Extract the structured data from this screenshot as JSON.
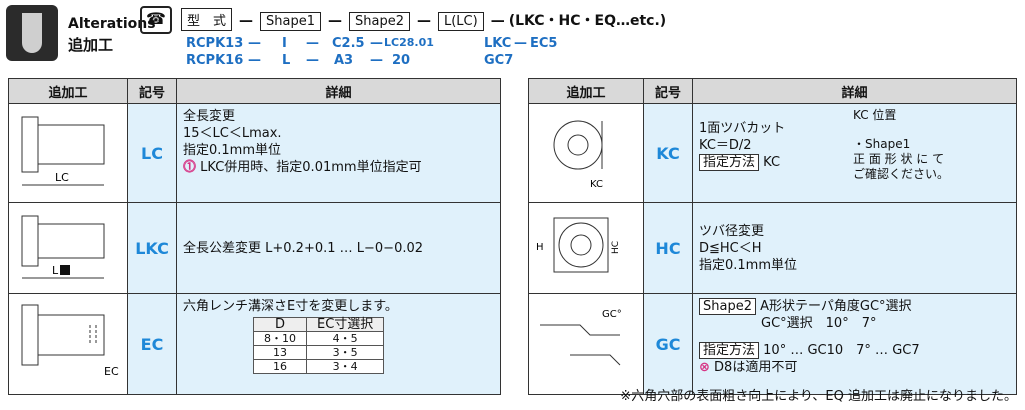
{
  "header": {
    "title_en": "Alterations",
    "title_ja": "追加工",
    "code_parts": [
      "型　式",
      "Shape1",
      "Shape2",
      "L(LC)",
      "(LKC・HC・EQ…etc.)"
    ],
    "examples": [
      [
        "RCPK13",
        "I",
        "C2.5",
        "LC28.01",
        "LKC",
        "EC5"
      ],
      [
        "RCPK16",
        "L",
        "A3",
        "20",
        "GC7"
      ]
    ],
    "dash": "—"
  },
  "left_table": {
    "headers": [
      "追加工",
      "記号",
      "詳細"
    ],
    "rows": [
      {
        "code": "LC",
        "lines": [
          "全長変更",
          "15＜LC＜Lmax.",
          "指定0.1mm単位"
        ],
        "warn": "LKC併用時、指定0.01mm単位指定可",
        "img_label": "LC"
      },
      {
        "code": "LKC",
        "lines": [
          "全長公差変更 L+0.2+0.1 … L−0−0.02"
        ],
        "img_label": "L"
      },
      {
        "code": "EC",
        "lines": [
          "六角レンチ溝深さE寸を変更します。"
        ],
        "mini_headers": [
          "D",
          "EC寸選択"
        ],
        "mini_rows": [
          [
            "8・10",
            "4・5"
          ],
          [
            "13",
            "3・5"
          ],
          [
            "16",
            "3・4"
          ]
        ],
        "img_label": "EC"
      }
    ]
  },
  "right_table": {
    "headers": [
      "追加工",
      "記号",
      "詳細"
    ],
    "rows": [
      {
        "code": "KC",
        "lines": [
          "1面ツバカット",
          "KC＝D/2"
        ],
        "method_label": "指定方法",
        "method_value": "KC",
        "side_note": [
          "KC 位置",
          "・Shape1",
          "正 面 形 状 に て",
          "ご確認ください。"
        ],
        "img_label": "KC"
      },
      {
        "code": "HC",
        "lines": [
          "ツバ径変更",
          "D≦HC＜H",
          "指定0.1mm単位"
        ],
        "img_label": "H",
        "img_label2": "HC"
      },
      {
        "code": "GC",
        "shape_label": "Shape2",
        "lines": [
          "A形状テーパ角度GC°選択",
          "GC°選択　10°　7°"
        ],
        "method_label": "指定方法",
        "method_value": "10° … GC10　7° … GC7",
        "warn": "D8は適用不可",
        "img_label": "GC°"
      }
    ]
  },
  "footnote": "※六角穴部の表面粗さ向上により、EQ 追加工は廃止になりました。",
  "colors": {
    "accent": "#1e88d8",
    "cell_bg": "#e0f1fb",
    "header_bg": "#d9d9d9",
    "warn": "#d63384"
  }
}
